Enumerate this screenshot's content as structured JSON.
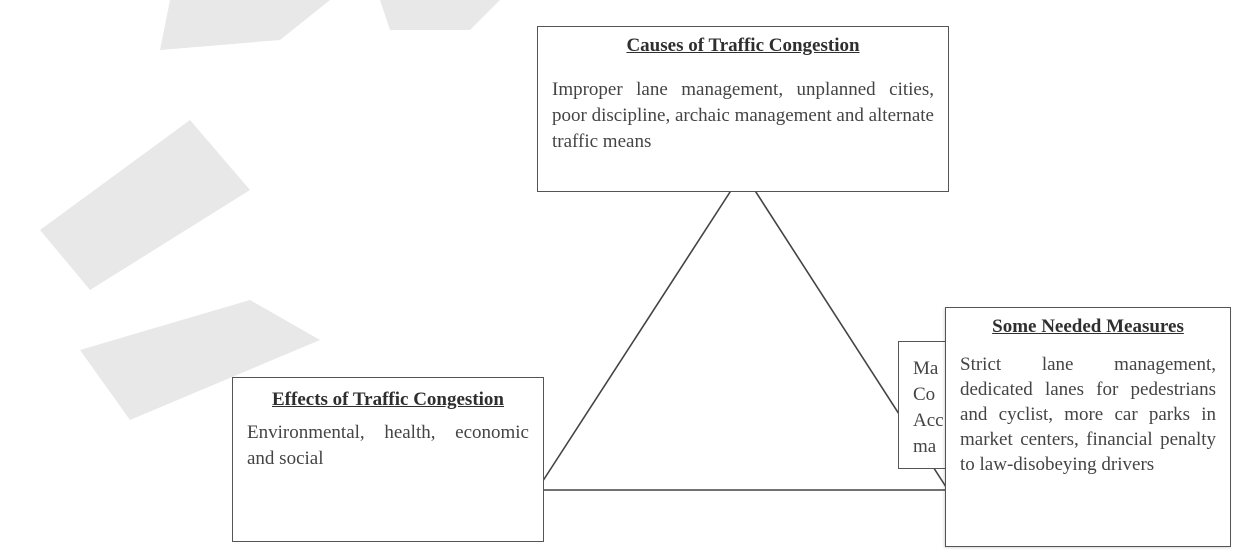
{
  "causes": {
    "title": "Causes of Traffic Congestion",
    "text": "Improper lane management, unplanned cities, poor discipline, archaic management and alternate traffic means"
  },
  "effects": {
    "title": "Effects of Traffic Congestion",
    "text": "Environmental, health, economic and social"
  },
  "measures": {
    "title": "Some Needed Measures",
    "text": "Strict lane management, dedicated lanes for pedestrians and cyclist, more car parks in market centers, financial penalty to law-disobeying drivers"
  },
  "hidden_box": {
    "lines": [
      "Ma",
      "Co",
      "Acc",
      "ma"
    ]
  },
  "colors": {
    "watermark": "#e8e8e8",
    "border": "#555555",
    "line": "#444444"
  }
}
